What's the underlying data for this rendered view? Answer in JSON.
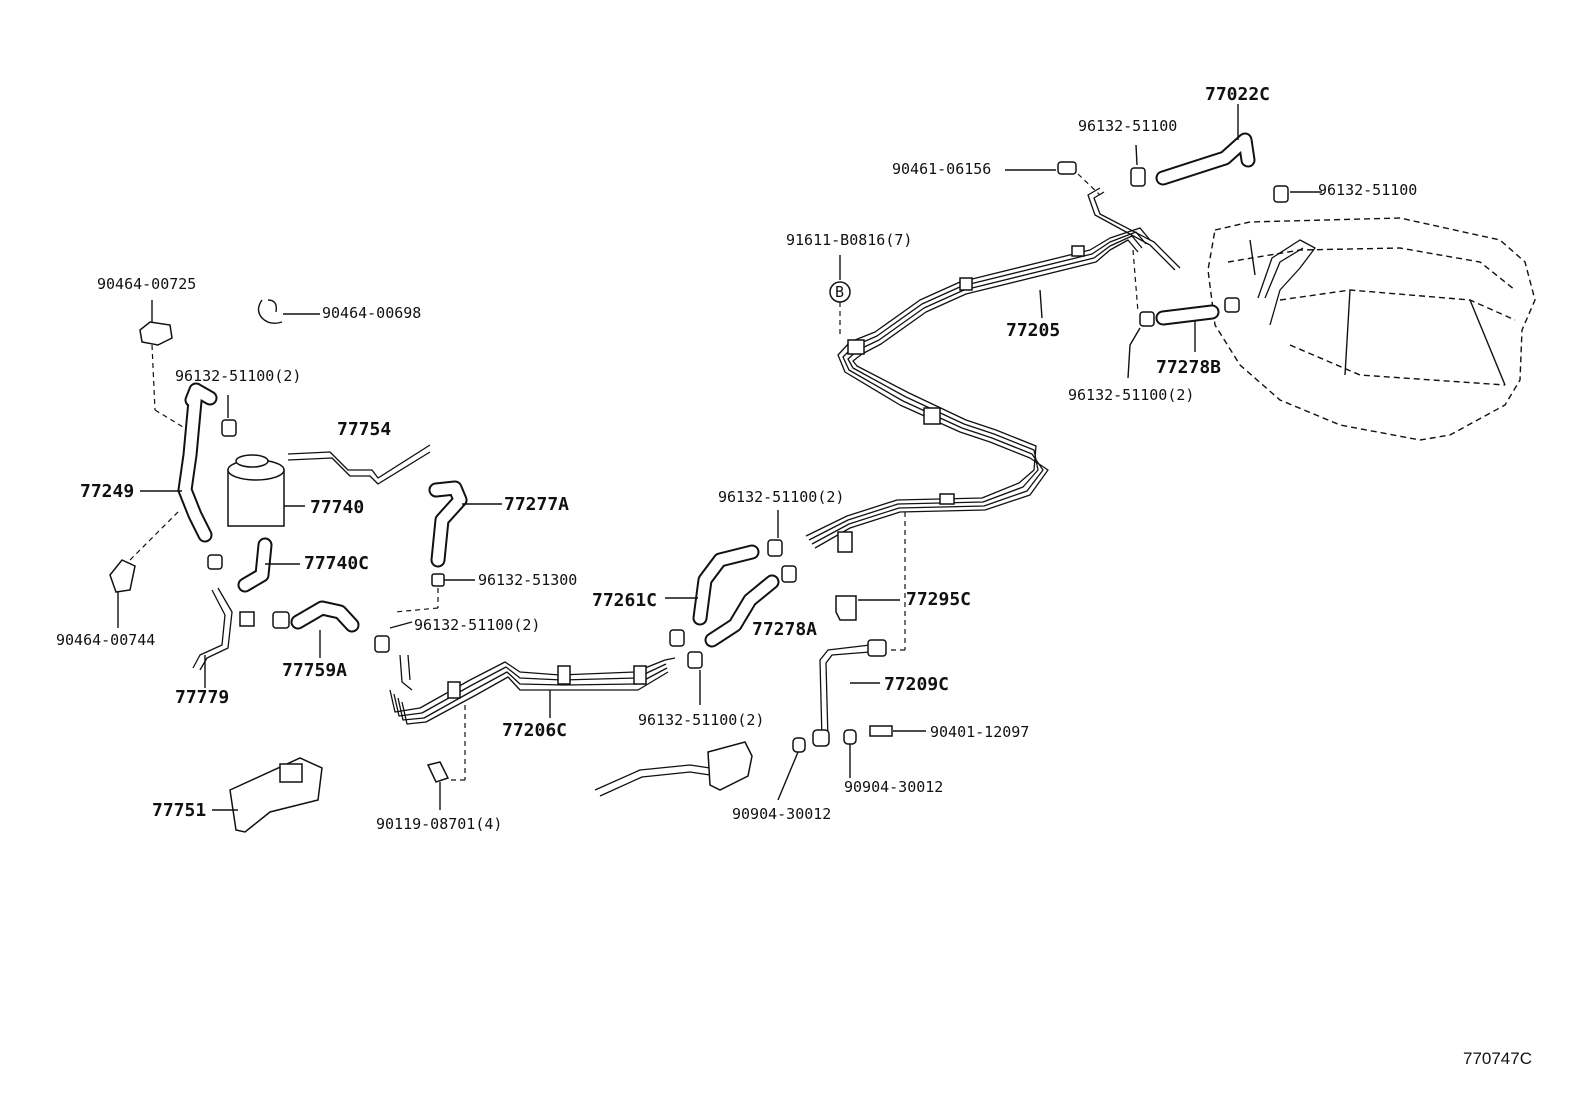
{
  "labels": {
    "p77022C": "77022C",
    "p96132_51100_top": "96132-51100",
    "p90461_06156": "90461-06156",
    "p96132_51100_right": "96132-51100",
    "p91611_B0816": "91611-B0816(7)",
    "marker_B": "B",
    "p77205": "77205",
    "p77278B": "77278B",
    "p96132_51100_2_tank": "96132-51100(2)",
    "p90464_00725": "90464-00725",
    "p90464_00698": "90464-00698",
    "p96132_51100_2_left": "96132-51100(2)",
    "p77754": "77754",
    "p77249": "77249",
    "p77740": "77740",
    "p77277A": "77277A",
    "p77740C": "77740C",
    "p96132_51300": "96132-51300",
    "p96132_51100_2_mid": "96132-51100(2)",
    "p77261C": "77261C",
    "p77295C": "77295C",
    "p96132_51100_2_center": "96132-51100(2)",
    "p77278A": "77278A",
    "p90464_00744": "90464-00744",
    "p77779": "77779",
    "p77759A": "77759A",
    "p96132_51100_2_lower": "96132-51100(2)",
    "p77209C": "77209C",
    "p77206C": "77206C",
    "p90401_12097": "90401-12097",
    "p90904_30012_a": "90904-30012",
    "p90904_30012_b": "90904-30012",
    "p77751": "77751",
    "p90119_08701": "90119-08701(4)"
  },
  "diagram_code": "770747C"
}
